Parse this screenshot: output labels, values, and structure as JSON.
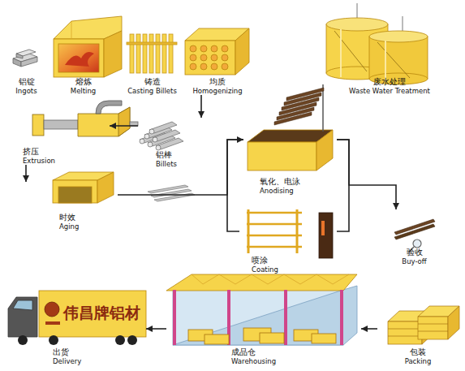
{
  "diagram": {
    "nodes": [
      {
        "text": [
          "铝锭",
          "Ingots"
        ]
      },
      {
        "text": [
          "熔炼",
          "Melting"
        ]
      },
      {
        "text": [
          "铸造",
          "Casting Billets"
        ]
      },
      {
        "text": [
          "均质",
          "Homogenizing"
        ]
      },
      {
        "text": [
          "废水处理",
          "Waste Water Treatment"
        ]
      },
      {
        "text": [
          "铝棒",
          "Billets"
        ]
      },
      {
        "text": [
          "挤压",
          "Extrusion"
        ]
      },
      {
        "text": [
          "时效",
          "Aging"
        ]
      },
      {
        "text": [
          "氧化、电泳",
          "Anodising"
        ]
      },
      {
        "text": [
          "喷涂",
          "Coating"
        ]
      },
      {
        "text": [
          "验收",
          "Buy-off"
        ]
      },
      {
        "text": [
          "包装",
          "Packing"
        ]
      },
      {
        "text": [
          "成品仓",
          "Warehousing"
        ]
      },
      {
        "text": [
          "出货",
          "Delivery"
        ]
      }
    ],
    "edges": [
      {
        "from": 3,
        "to": 5,
        "arrow": "to"
      },
      {
        "from": 5,
        "to": 6,
        "arrow": "to"
      },
      {
        "from": 6,
        "to": 7,
        "arrow": "to"
      },
      {
        "from": 7,
        "to": 8,
        "arrow": "to"
      },
      {
        "from": 8,
        "to": 9,
        "arrow": "none"
      },
      {
        "from": 9,
        "to": 8,
        "arrow": "none"
      },
      {
        "from": 8,
        "to": 10,
        "arrow": "to"
      },
      {
        "from": 11,
        "to": 12,
        "arrow": "to"
      },
      {
        "from": 12,
        "to": 13,
        "arrow": "to"
      }
    ],
    "labels": [
      "伟昌牌铝材"
    ]
  }
}
